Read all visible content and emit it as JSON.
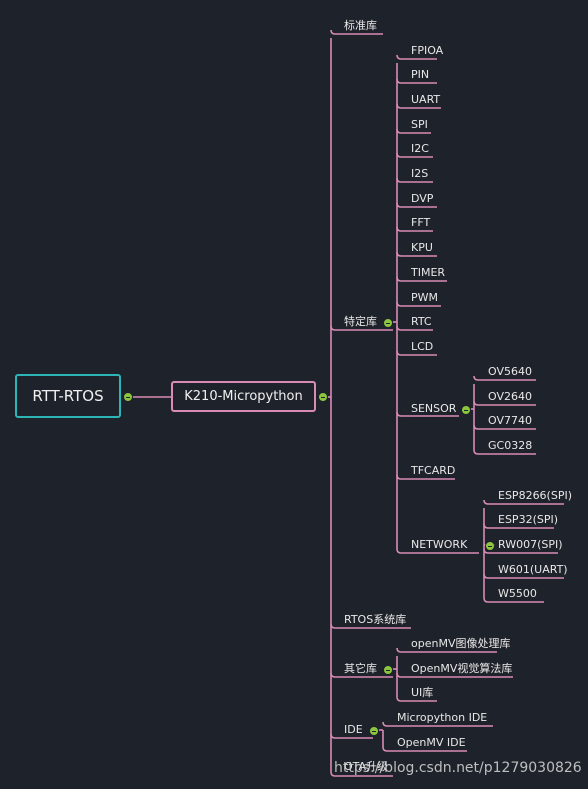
{
  "root": "RTT-RTOS",
  "main": "K210-Micropython",
  "categories": {
    "std": "标准库",
    "specific": "特定库",
    "rtos": "RTOS系统库",
    "other": "其它库",
    "ide": "IDE",
    "ota": "OTA升级"
  },
  "specific_items": [
    "FPIOA",
    "PIN",
    "UART",
    "SPI",
    "I2C",
    "I2S",
    "DVP",
    "FFT",
    "KPU",
    "TIMER",
    "PWM",
    "RTC",
    "LCD",
    "SENSOR",
    "TFCARD",
    "NETWORK"
  ],
  "sensor_items": [
    "OV5640",
    "OV2640",
    "OV7740",
    "GC0328"
  ],
  "network_items": [
    "ESP8266(SPI)",
    "ESP32(SPI)",
    "RW007(SPI)",
    "W601(UART)",
    "W5500"
  ],
  "other_items": [
    "openMV图像处理库",
    "OpenMV视觉算法库",
    "UI库"
  ],
  "ide_items": [
    "Micropython IDE",
    "OpenMV IDE"
  ],
  "watermark": "https://blog.csdn.net/p1279030826",
  "colors": {
    "root_border": "#2bb5b5",
    "branch": "#d98bb6",
    "toggle": "#8cc63f",
    "background": "#1e222a"
  }
}
